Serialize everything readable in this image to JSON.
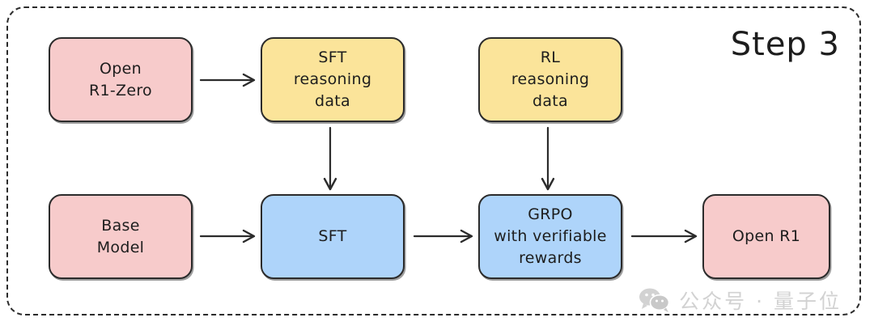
{
  "diagram": {
    "step_title": "Step 3",
    "nodes": [
      {
        "id": "open-r1-zero",
        "label": "Open\nR1-Zero",
        "color": "#F7CBCB"
      },
      {
        "id": "sft-data",
        "label": "SFT\nreasoning\ndata",
        "color": "#FBE49A"
      },
      {
        "id": "rl-data",
        "label": "RL\nreasoning\ndata",
        "color": "#FBE49A"
      },
      {
        "id": "base-model",
        "label": "Base\nModel",
        "color": "#F7CBCB"
      },
      {
        "id": "sft",
        "label": "SFT",
        "color": "#AED4FA"
      },
      {
        "id": "grpo",
        "label": "GRPO\nwith verifiable\nrewards",
        "color": "#AED4FA"
      },
      {
        "id": "open-r1",
        "label": "Open R1",
        "color": "#F7CBCB"
      }
    ],
    "edges": [
      {
        "from": "open-r1-zero",
        "to": "sft-data",
        "direction": "right"
      },
      {
        "from": "sft-data",
        "to": "sft",
        "direction": "down"
      },
      {
        "from": "rl-data",
        "to": "grpo",
        "direction": "down"
      },
      {
        "from": "base-model",
        "to": "sft",
        "direction": "right"
      },
      {
        "from": "sft",
        "to": "grpo",
        "direction": "right"
      },
      {
        "from": "grpo",
        "to": "open-r1",
        "direction": "right"
      }
    ],
    "border_color": "#2b2b2b",
    "background": "#ffffff"
  },
  "watermark": {
    "icon": "wechat-icon",
    "text": "公众号 · 量子位",
    "color": "#cfcfcf"
  }
}
